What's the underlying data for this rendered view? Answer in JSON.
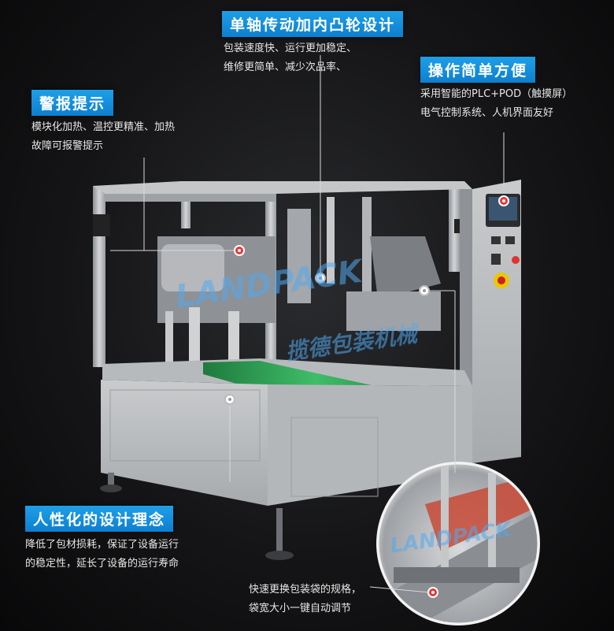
{
  "features": {
    "cam": {
      "title": "单轴传动加内凸轮设计",
      "lines": [
        "包装速度快、运行更加稳定、",
        "维修更简单、减少次品率、"
      ]
    },
    "operation": {
      "title": "操作简单方便",
      "lines": [
        "采用智能的PLC+POD（触摸屏）",
        "电气控制系统、人机界面友好"
      ]
    },
    "alarm": {
      "title": "警报提示",
      "lines": [
        "模块化加热、温控更精准、加热",
        "故障可报警提示"
      ]
    },
    "humanized": {
      "title": "人性化的设计理念",
      "lines": [
        "降低了包材损耗，保证了设备运行",
        "的稳定性，延长了设备的运行寿命"
      ]
    },
    "bag_change": {
      "lines": [
        "快速更换包装袋的规格，",
        "袋宽大小一键自动调节"
      ]
    }
  },
  "watermark": {
    "brand": "LANDPACK",
    "company": "揽德包装机械"
  },
  "colors": {
    "badge": "#1591dd",
    "background": "#121214",
    "frame": "#b9bcbf",
    "conveyor": "#2fa356",
    "alert_dot": "#e23a3a"
  }
}
